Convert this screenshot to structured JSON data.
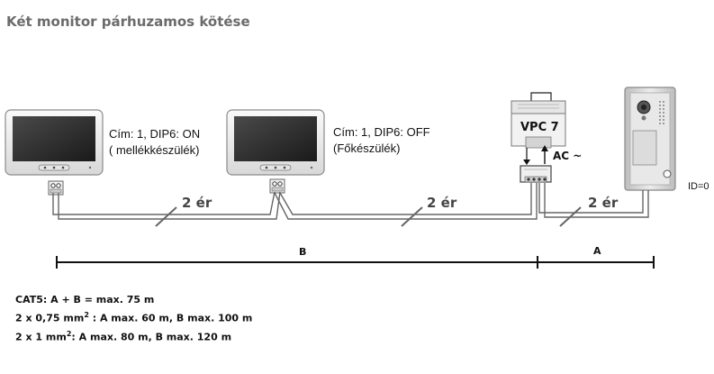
{
  "title": "Két monitor párhuzamos kötése",
  "monitor1": {
    "line1": "Cím: 1, DIP6: ON",
    "line2": "( mellékkészülék)"
  },
  "monitor2": {
    "line1": "Cím: 1, DIP6: OFF",
    "line2": "(Főkészülék)"
  },
  "power_supply": {
    "label": "VPC 7",
    "input_label": "AC ~"
  },
  "door_station": {
    "id_label": "ID=0"
  },
  "wires": {
    "seg1": "2 ér",
    "seg2": "2 ér",
    "seg3": "2 ér"
  },
  "dimensions": {
    "b_label": "B",
    "a_label": "A"
  },
  "notes": {
    "line1": "CAT5: A + B = max. 75 m",
    "line2_pre": "2 x 0,75 mm",
    "line2_sup": "2",
    "line2_post": " : A max. 60 m, B max. 100 m",
    "line3_pre": "2 x 1 mm",
    "line3_sup": "2",
    "line3_post": ": A max. 80 m, B max. 120 m"
  }
}
